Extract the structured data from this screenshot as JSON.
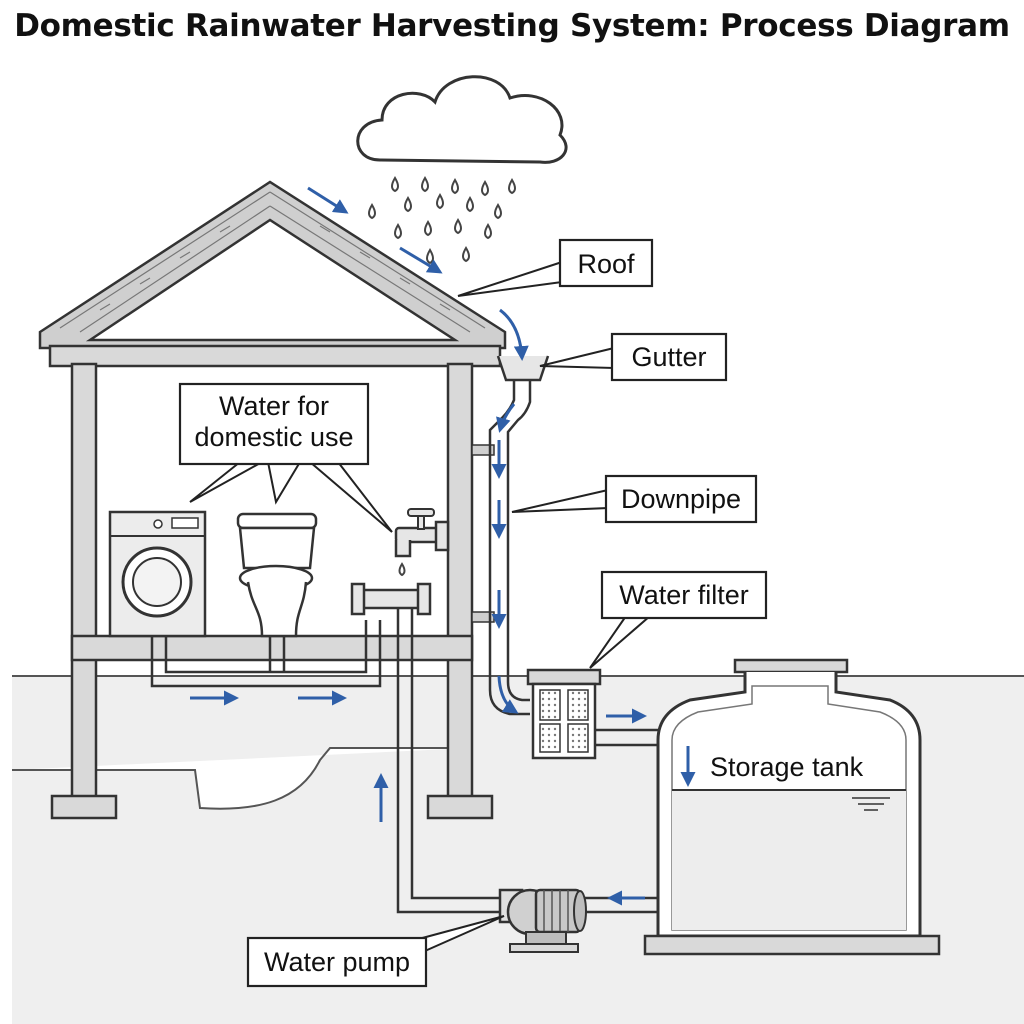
{
  "title": "Domestic Rainwater Harvesting System: Process Diagram",
  "labels": {
    "roof": "Roof",
    "gutter": "Gutter",
    "downpipe": "Downpipe",
    "water_filter": "Water filter",
    "storage_tank": "Storage tank",
    "water_pump": "Water pump",
    "domestic_use_line1": "Water for",
    "domestic_use_line2": "domestic use"
  },
  "colors": {
    "flow_arrow": "#2f5fa8",
    "structure_fill": "#d9d9d9",
    "outline": "#333333",
    "ground": "#efefef"
  }
}
